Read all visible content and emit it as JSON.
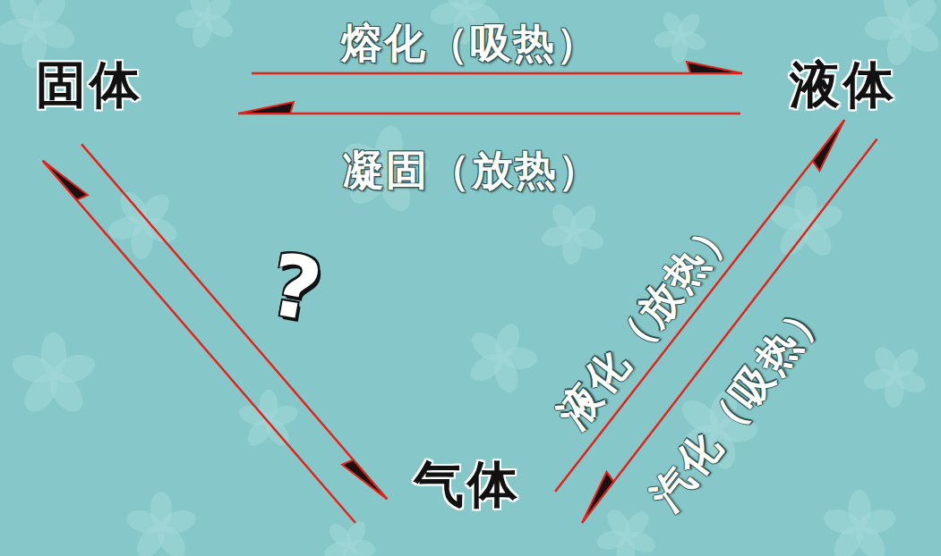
{
  "diagram": {
    "nodes": [
      {
        "text": [
          "固体"
        ]
      },
      {
        "text": [
          "液体"
        ]
      },
      {
        "text": [
          "气体"
        ]
      }
    ],
    "edges": [
      {
        "from": 0,
        "to": 1,
        "arrow": "to",
        "label": "熔化（吸热）"
      },
      {
        "from": 1,
        "to": 0,
        "arrow": "to",
        "label": "凝固（放热）"
      },
      {
        "from": 0,
        "to": 2,
        "arrow": "to"
      },
      {
        "from": 2,
        "to": 0,
        "arrow": "to"
      },
      {
        "from": 2,
        "to": 1,
        "arrow": "to",
        "label": "液化（放热）"
      },
      {
        "from": 1,
        "to": 2,
        "arrow": "to",
        "label": "汽化（吸热）"
      }
    ],
    "labels": [
      "?"
    ]
  }
}
